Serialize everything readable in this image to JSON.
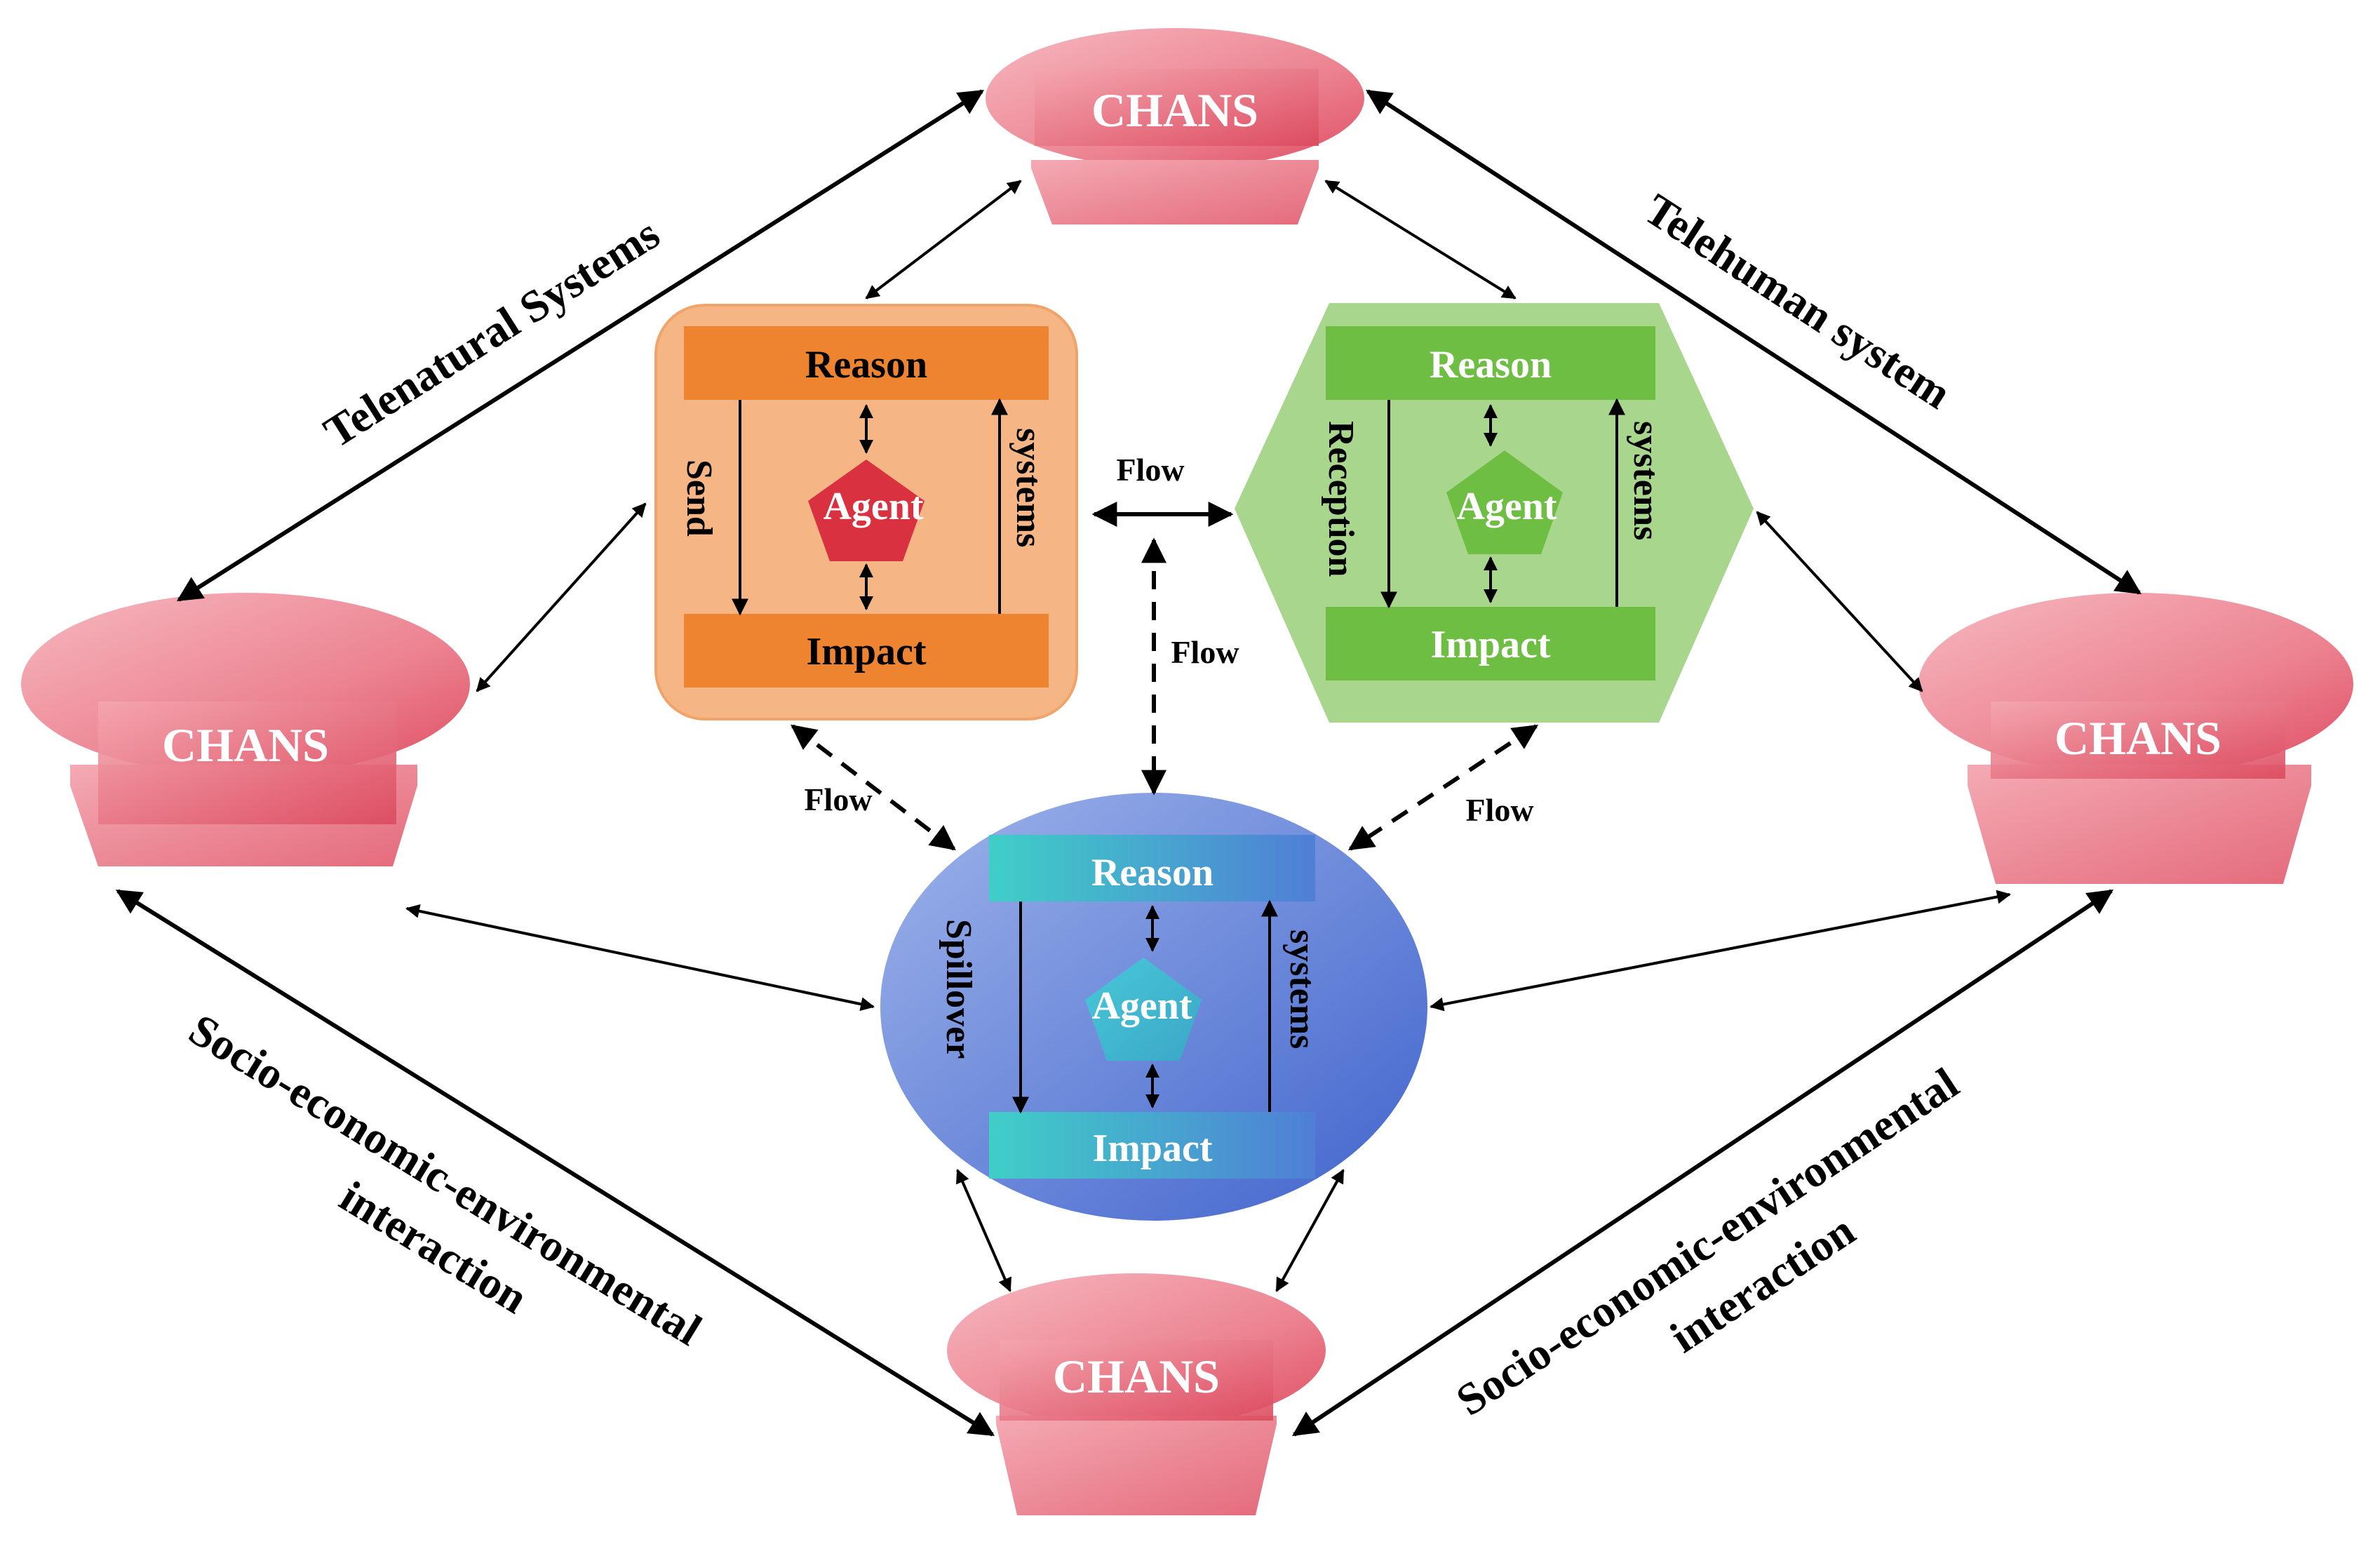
{
  "chans": {
    "top": "CHANS",
    "left": "CHANS",
    "right": "CHANS",
    "bottom": "CHANS"
  },
  "send_box": {
    "reason": "Reason",
    "impact": "Impact",
    "agent": "Agent",
    "left_label": "Send",
    "right_label": "systems",
    "color": "#ee8330"
  },
  "reception_box": {
    "reason": "Reason",
    "impact": "Impact",
    "agent": "Agent",
    "left_label": "Reception",
    "right_label": "systems",
    "color": "#6fbe44"
  },
  "spillover_box": {
    "reason": "Reason",
    "impact": "Impact",
    "agent": "Agent",
    "left_label": "Spillover",
    "right_label": "systems",
    "color": "#4a6fd0"
  },
  "flows": {
    "send_reception": "Flow",
    "center_vertical": "Flow",
    "send_spillover": "Flow",
    "reception_spillover": "Flow"
  },
  "diagonal_labels": {
    "telenatural": "Telenatural Systems",
    "telehuman": "Telehuman system",
    "socio_left_1": "Socio-economic-environmental",
    "socio_left_2": "interaction",
    "socio_right_1": "Socio-economic-environmental",
    "socio_right_2": "interaction"
  },
  "colors": {
    "chans": "#e8707d",
    "chans_light": "#f7b9c0",
    "arrow": "#000000"
  }
}
